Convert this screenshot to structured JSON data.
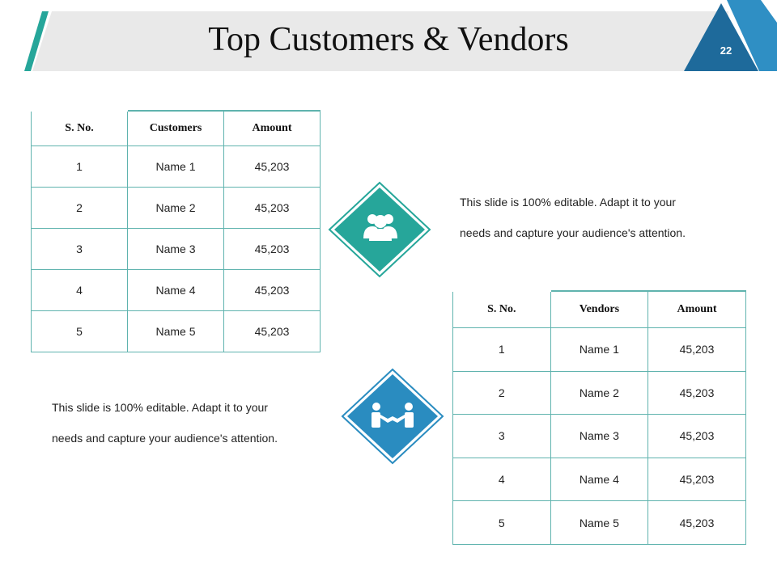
{
  "slide": {
    "title": "Top Customers & Vendors",
    "page_number": "22"
  },
  "customers_table": {
    "headers": [
      "S. No.",
      "Customers",
      "Amount"
    ],
    "rows": [
      [
        "1",
        "Name 1",
        "45,203"
      ],
      [
        "2",
        "Name 2",
        "45,203"
      ],
      [
        "3",
        "Name 3",
        "45,203"
      ],
      [
        "4",
        "Name 4",
        "45,203"
      ],
      [
        "5",
        "Name 5",
        "45,203"
      ]
    ]
  },
  "vendors_table": {
    "headers": [
      "S. No.",
      "Vendors",
      "Amount"
    ],
    "rows": [
      [
        "1",
        "Name 1",
        "45,203"
      ],
      [
        "2",
        "Name 2",
        "45,203"
      ],
      [
        "3",
        "Name 3",
        "45,203"
      ],
      [
        "4",
        "Name 4",
        "45,203"
      ],
      [
        "5",
        "Name 5",
        "45,203"
      ]
    ]
  },
  "customers_note": {
    "line1": "This slide is 100% editable. Adapt it to your",
    "line2": "needs and capture your audience's attention."
  },
  "vendors_note": {
    "line1": "This slide is 100% editable. Adapt it to your",
    "line2": "needs and capture your audience's attention."
  },
  "icons": {
    "customers_icon": "users-group-icon",
    "vendors_icon": "handshake-icon"
  },
  "colors": {
    "teal": "#26a69a",
    "blue": "#2a8cc0",
    "dark_blue": "#1e6a9b",
    "title_band": "#e9e9e9"
  }
}
